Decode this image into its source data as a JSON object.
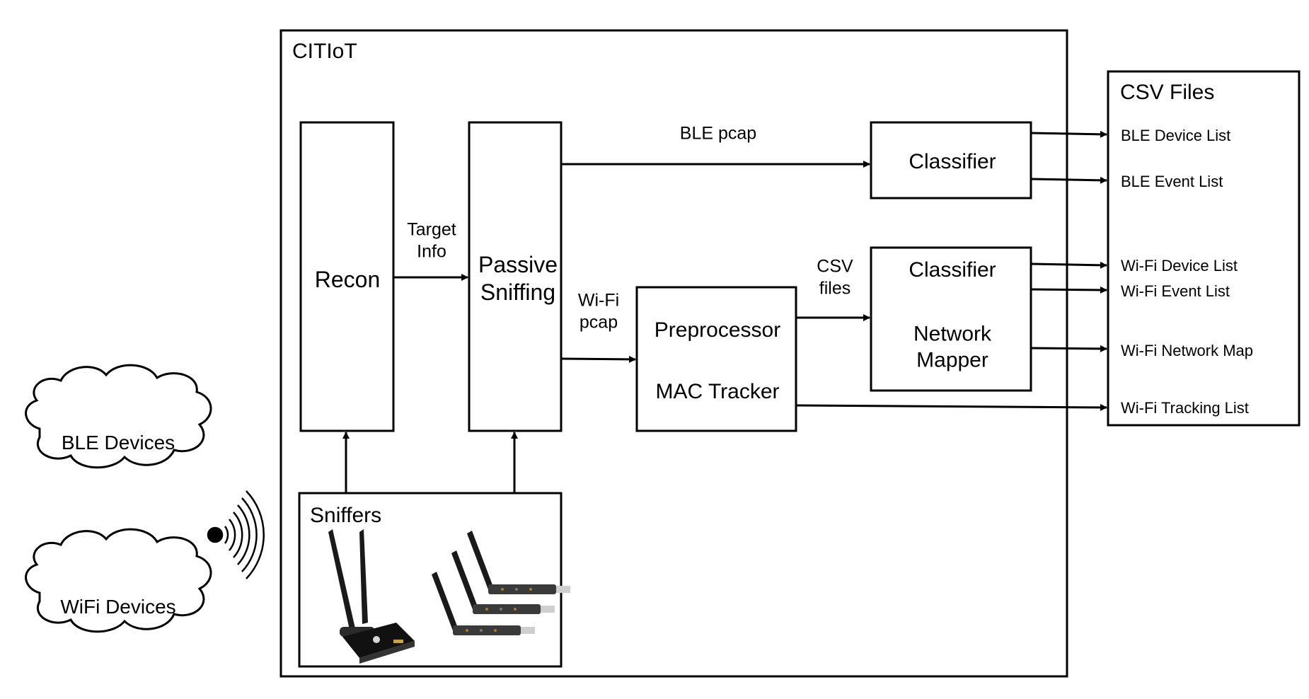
{
  "system": {
    "title": "CITIoT"
  },
  "blocks": {
    "recon": "Recon",
    "passive_sniffing": [
      "Passive",
      "Sniffing"
    ],
    "preprocessor": "Preprocessor",
    "mac_tracker": "MAC Tracker",
    "classifier_ble": "Classifier",
    "classifier_wifi": "Classifier",
    "network_mapper": [
      "Network",
      "Mapper"
    ],
    "sniffers": "Sniffers"
  },
  "edges": {
    "target_info": [
      "Target",
      "Info"
    ],
    "ble_pcap": "BLE pcap",
    "wifi_pcap": [
      "Wi-Fi",
      "pcap"
    ],
    "csv_files": [
      "CSV",
      "files"
    ]
  },
  "devices": {
    "ble": "BLE Devices",
    "wifi": "WiFi Devices"
  },
  "csv_output": {
    "title": "CSV Files",
    "items": [
      "BLE Device List",
      "BLE Event List",
      "Wi-Fi Device List",
      "Wi-Fi Event List",
      "Wi-Fi Network Map",
      "Wi-Fi Tracking List"
    ]
  }
}
